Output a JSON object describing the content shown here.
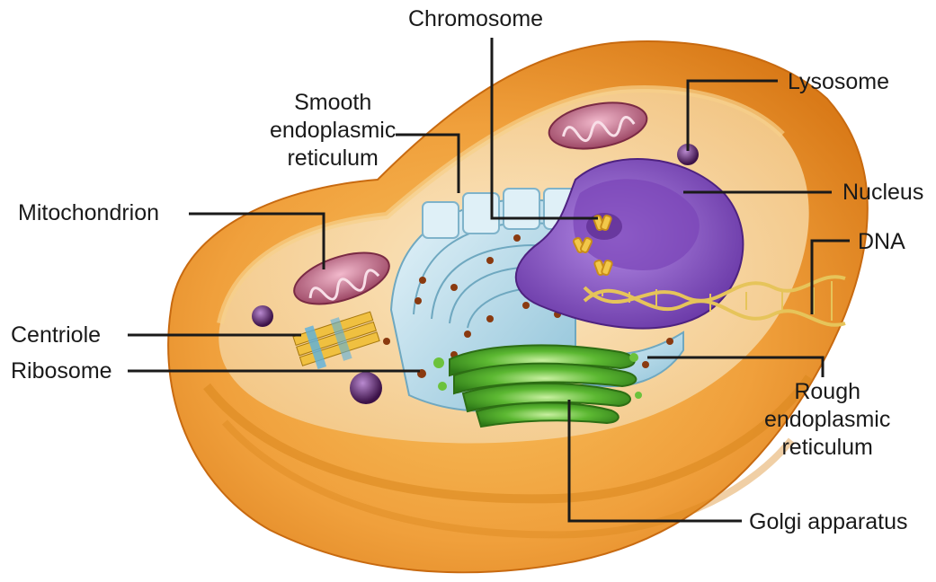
{
  "labels": {
    "chromosome": "Chromosome",
    "lysosome": "Lysosome",
    "smooth_er": [
      "Smooth",
      "endoplasmic",
      "reticulum"
    ],
    "nucleus": "Nucleus",
    "mitochondrion": "Mitochondrion",
    "dna": "DNA",
    "centriole": "Centriole",
    "ribosome": "Ribosome",
    "rough_er": [
      "Rough",
      "endoplasmic",
      "reticulum"
    ],
    "golgi": "Golgi apparatus"
  },
  "colors": {
    "cell_membrane": "#f0a040",
    "cytoplasm": "#f6b04a",
    "nucleus": "#8a55c9",
    "endoplasmic_reticulum": "#b9dbe9",
    "golgi": "#4aa52a",
    "mitochondrion": "#c97592",
    "lysosome": "#5e2a6e",
    "dna": "#e8cc6a",
    "leader_line": "#1a1a1a"
  }
}
